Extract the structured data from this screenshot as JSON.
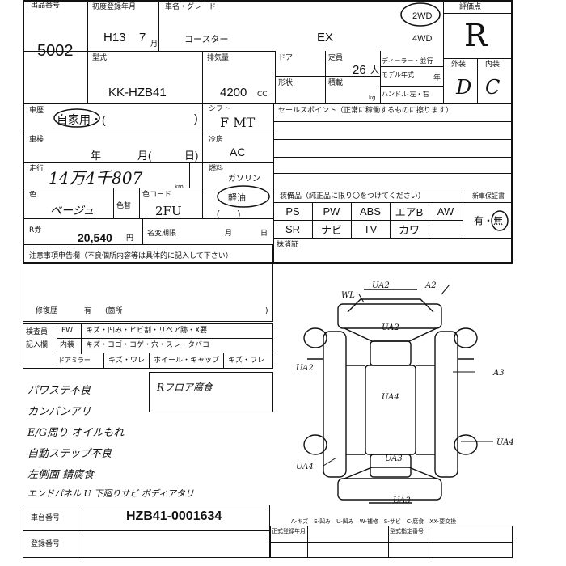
{
  "header": {
    "lot_label": "出品番号",
    "lot_number": "5002",
    "reg_label": "初度登録年月",
    "reg_era": "H13",
    "reg_month": "7",
    "reg_month_unit": "月",
    "model_label": "車名・グレード",
    "model_name": "コースター",
    "grade": "EX",
    "drive_2wd": "2WD",
    "drive_4wd": "4WD",
    "rating_label": "評価点",
    "rating_value": "R"
  },
  "spec": {
    "type_label": "型式",
    "type_value": "KK-HZB41",
    "cc_label": "排気量",
    "cc_value": "4200",
    "cc_unit": "CC",
    "door_label": "ドア",
    "capacity_label": "定員",
    "capacity_value": "26",
    "capacity_unit": "人",
    "shape_label": "形状",
    "load_label": "積載",
    "load_unit": "kg",
    "dealer_label": "ディーラー・並行",
    "model_year_label": "モデル年式",
    "model_year_unit": "年",
    "handle_label": "ハンドル 左・右",
    "exterior_label": "外装",
    "interior_label": "内装",
    "exterior_value": "D",
    "interior_value": "C"
  },
  "usage": {
    "usage_label": "車歴",
    "usage_value": "自家用・(",
    "usage_close": ")",
    "shift_label": "シフト",
    "shift_value": "F MT",
    "sales_label": "セールスポイント（正常に稼働するものに擦ります）"
  },
  "inspection": {
    "label": "車検",
    "year": "年",
    "month": "月(",
    "day": "日)",
    "ac_label": "冷房",
    "ac_value": "AC"
  },
  "mileage": {
    "label": "走行",
    "value": "14万4千807",
    "unit": "km",
    "fuel_label": "燃料",
    "fuel_gas": "ガソリン",
    "fuel_diesel": "軽油",
    "fuel_other": "(　　)"
  },
  "color": {
    "label": "色",
    "value": "ベージュ",
    "change_label": "色替",
    "code_label": "色コード",
    "code_value": "2FU"
  },
  "equipment": {
    "label": "装備品（純正品に限り〇をつけてください）",
    "row1": [
      "PS",
      "PW",
      "ABS",
      "エアB",
      "AW"
    ],
    "row2": [
      "SR",
      "ナビ",
      "TV",
      "カワ"
    ],
    "recycle_label": "新車保証書",
    "recycle_value": "有・無"
  },
  "recycle": {
    "label": "R券",
    "value": "20,540",
    "unit": "円",
    "name_change_label": "名変期限",
    "month": "月",
    "day": "日",
    "deregister_label": "抹消証"
  },
  "notes": {
    "label": "注意事項申告欄（不良個所内容等は具体的に記入して下さい）",
    "repair_label": "修復歴",
    "repair_value": "有",
    "repair_place": "(箇所",
    "repair_close": ")"
  },
  "checks": {
    "inspector_label": "検査員",
    "entry_label": "記入欄",
    "rows": [
      [
        "FW",
        "キズ・凹み・ヒビ割・リペア跡・X要"
      ],
      [
        "内装",
        "キズ・ヨゴ・コゲ・穴・スレ・タバコ"
      ],
      [
        "ドアミラー",
        "キズ・ワレ",
        "ホイール・キャップ",
        "キズ・ワレ"
      ]
    ]
  },
  "handwritten_notes": [
    "パワステ不良",
    "カンバンアリ",
    "E/G周り オイルもれ",
    "自動ステップ不良",
    "左側面 錆腐食",
    "エンドパネル U 下廻りサビ ボディアタリ"
  ],
  "side_note": "Rフロア腐食",
  "diagram_marks": [
    "WL",
    "UA2",
    "A2",
    "UA2",
    "UA2",
    "A3",
    "UA4",
    "UA4",
    "UA4",
    "UA3",
    "UA3"
  ],
  "footer": {
    "chassis_label": "車台番号",
    "chassis_value": "HZB41-0001634",
    "plate_label": "登録番号",
    "legend": "A-キズ　E-凹み　U-凹み　W-補修　S-サビ　C-腐食　XX-要交換",
    "formal_label": "正式登録年月",
    "change_label": "型式指定番号"
  },
  "colors": {
    "ink": "#111111",
    "paper": "#ffffff"
  }
}
